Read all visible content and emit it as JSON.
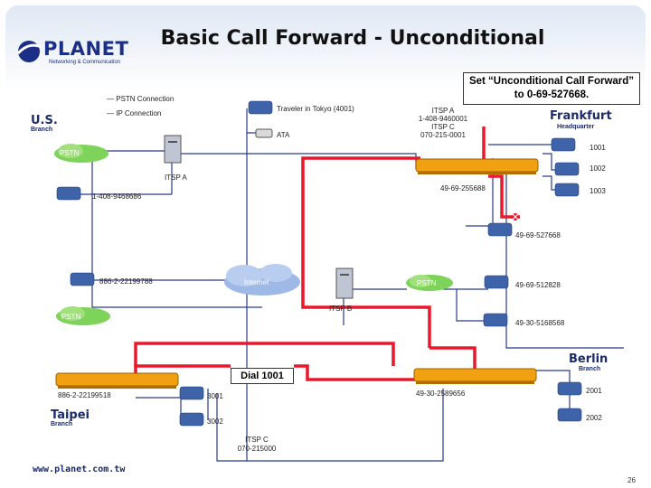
{
  "title": "Basic Call Forward - Unconditional",
  "logo": {
    "word": "PLANET",
    "tagline": "Networking & Communication"
  },
  "legend": {
    "pstn": "PSTN Connection",
    "ip": "IP  Connection"
  },
  "callout": "Set “Unconditional Call Forward” to 0-69-527668.",
  "dial_label": "Dial 1001",
  "us": {
    "city": "U.S.",
    "sub": "Branch",
    "number": "1-408-9468686",
    "itsp": "ITSP A",
    "traveler": "Traveler in Tokyo (4001)",
    "ata": "ATA"
  },
  "itsp_box": {
    "line1": "ITSP A",
    "line2": "1-408-9460001",
    "line3": "ITSP C",
    "line4": "070-215-0001"
  },
  "frankfurt": {
    "city": "Frankfurt",
    "sub": "Headquarter",
    "gw_number": "49-69-255688",
    "ext1": "1001",
    "ext2": "1002",
    "ext3": "1003",
    "forward_number": "49-69-527668",
    "pstn_number": "49-69-512828"
  },
  "internet_label": "Internet",
  "pstn_label": "PSTN",
  "itsp_b": {
    "label": "ITSP B",
    "number": "49-30-5168568"
  },
  "taipei": {
    "city": "Taipei",
    "sub": "Branch",
    "gw_number": "886-2-22199518",
    "pstn_number": "886-2-22199788",
    "ext1": "3001",
    "ext2": "3002"
  },
  "berlin": {
    "city": "Berlin",
    "sub": "Branch",
    "gw_number": "49-30-2589656",
    "ext1": "2001",
    "ext2": "2002"
  },
  "itsp_c": {
    "label": "ITSP C",
    "number": "070-215000"
  },
  "footer": {
    "url": "www.planet.com.tw",
    "page": "26"
  },
  "colors": {
    "call_path": "#e8192c",
    "links": "#2a3a8c",
    "router": "#f0a010",
    "title": "#111111"
  }
}
